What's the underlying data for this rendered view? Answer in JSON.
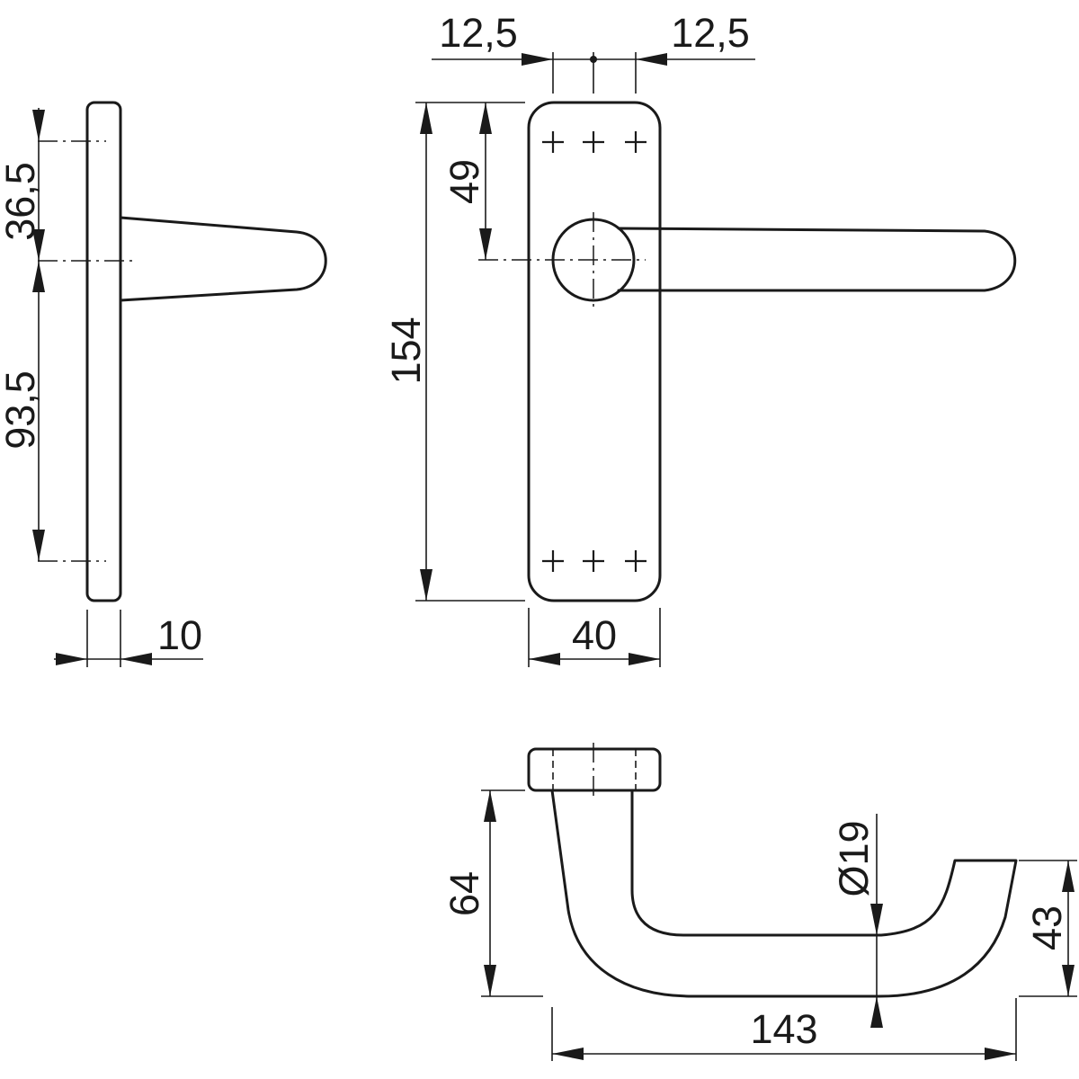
{
  "dimensions": {
    "side_top_offset": "36,5",
    "side_bottom_offset": "93,5",
    "plate_thickness": "10",
    "plate_height": "154",
    "lever_axis_offset": "49",
    "plate_width": "40",
    "screw_spacing_left": "12,5",
    "screw_spacing_right": "12,5",
    "projection": "64",
    "grip_diameter": "Ø19",
    "lever_length": "143",
    "return_height": "43"
  }
}
